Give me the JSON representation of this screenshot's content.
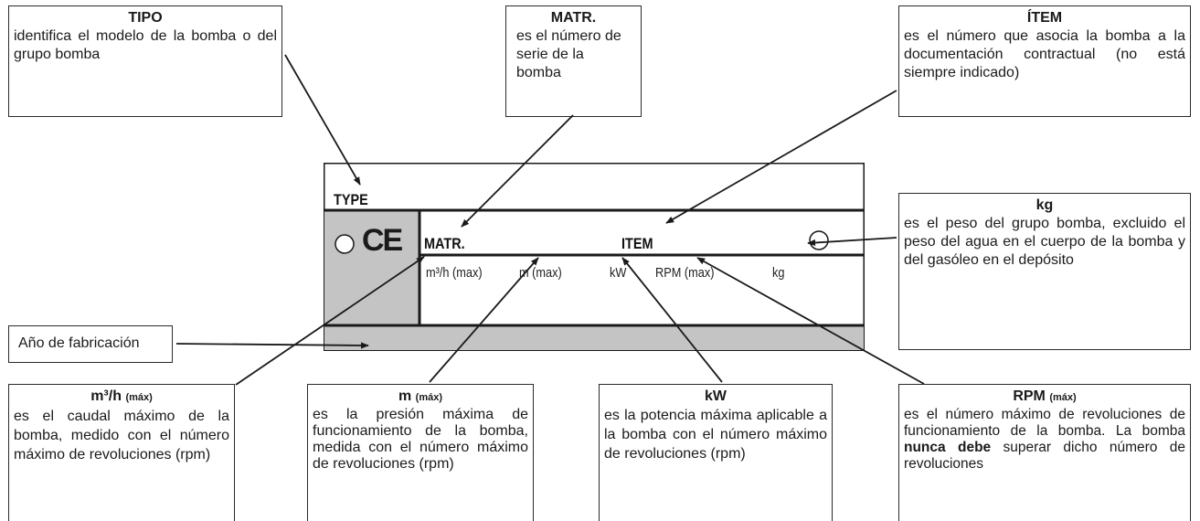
{
  "boxes": {
    "tipo": {
      "title": "TIPO",
      "text": "identifica el modelo de la bomba o del grupo bomba"
    },
    "matr": {
      "title": "MATR.",
      "text": "es el número de serie de la bomba"
    },
    "item": {
      "title": "ÍTEM",
      "text": "es el número que asocia la bomba a la documentación contractual (no está siempre indicado)"
    },
    "kg": {
      "title": "kg",
      "text": "es el peso del grupo bomba, excluido el peso del agua en el cuerpo de la bomba y del gasóleo en el depósito"
    },
    "anio": {
      "text": "Año de fabricación"
    },
    "caudal": {
      "title_main": "m³/h",
      "title_sub": "(máx)",
      "text": "es el caudal máximo de la bomba, medido con el número máximo de revoluciones (rpm)"
    },
    "presion": {
      "title_main": "m",
      "title_sub": "(máx)",
      "text": "es la presión máxima de funcionamiento de la bomba, medida con el número máximo de revoluciones (rpm)"
    },
    "potencia": {
      "title": "kW",
      "text": "es la potencia máxima aplicable a la bomba con el número máximo de revoluciones (rpm)"
    },
    "rpm": {
      "title_main": "RPM",
      "title_sub": "(máx)",
      "text_before": "es el número máximo de revoluciones de funcionamiento de la bomba. La bomba ",
      "text_bold": "nunca debe",
      "text_after": " superar dicho número de revoluciones"
    }
  },
  "plate": {
    "type_label": "TYPE",
    "ce_mark": "CE",
    "matr_label": "MATR.",
    "item_label": "ITEM",
    "fields": [
      "m³/h (max)",
      "m (max)",
      "kW",
      "RPM (max)",
      "kg"
    ]
  },
  "colors": {
    "plate_gray": "#c4c4c4",
    "line": "#1a1a1a"
  }
}
